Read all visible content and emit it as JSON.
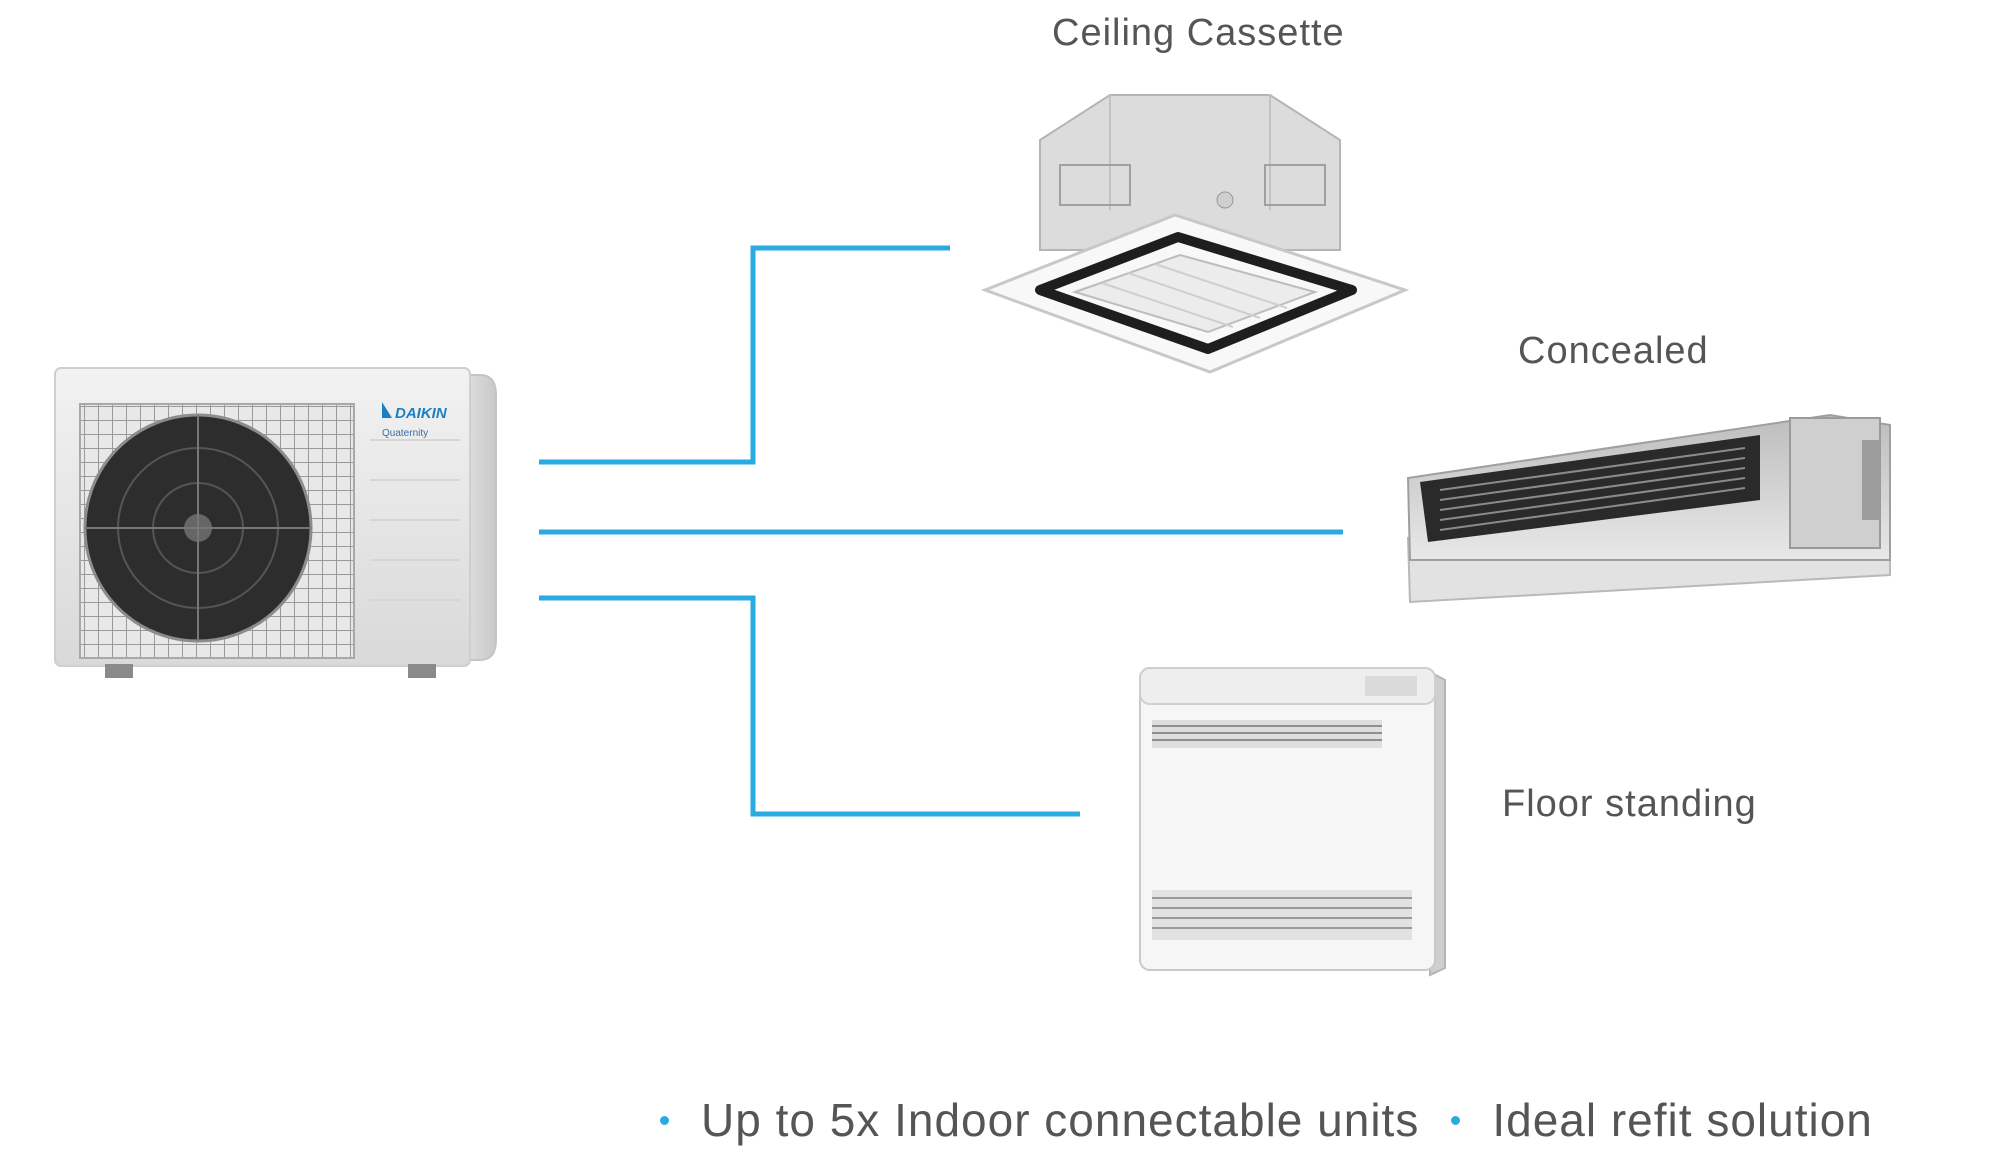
{
  "accent_color": "#29abe2",
  "outdoor_unit": {
    "brand": "DAIKIN",
    "model": "Quaternity",
    "icon": "outdoor-ac-unit-icon"
  },
  "indoor_units": [
    {
      "label": "Ceiling Cassette",
      "icon": "ceiling-cassette-icon"
    },
    {
      "label": "Concealed",
      "icon": "concealed-duct-unit-icon"
    },
    {
      "label": "Floor standing",
      "icon": "floor-standing-unit-icon"
    }
  ],
  "footer": {
    "items": [
      "Up to 5x Indoor connectable units",
      "Ideal refit solution"
    ]
  }
}
